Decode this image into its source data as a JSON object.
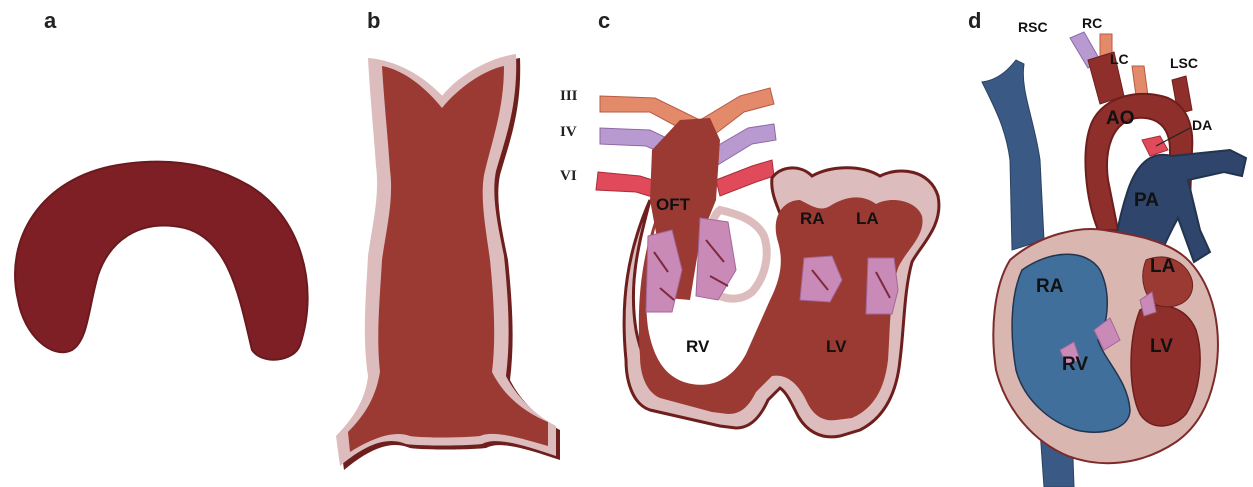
{
  "panels": {
    "a": {
      "letter": "a"
    },
    "b": {
      "letter": "b"
    },
    "c": {
      "letter": "c",
      "arches": [
        "III",
        "IV",
        "VI"
      ],
      "labels": {
        "oft": "OFT",
        "ra": "RA",
        "la": "LA",
        "rv": "RV",
        "lv": "LV"
      }
    },
    "d": {
      "letter": "d",
      "labels": {
        "rsc": "RSC",
        "rc": "RC",
        "lc": "LC",
        "lsc": "LSC",
        "ao": "AO",
        "da": "DA",
        "pa": "PA",
        "ra": "RA",
        "la": "LA",
        "rv": "RV",
        "lv": "LV"
      }
    }
  },
  "colors": {
    "myocardium": "#8e2f2b",
    "myocardium_dark": "#6e1f1d",
    "endocardium": "#dcbcbc",
    "cushion": "#c98ab8",
    "venous_blue": "#3a5a85",
    "pulmonary_blue": "#2f456b",
    "chamber_blue": "#3f6f9a",
    "arch_III": "#e38a6a",
    "arch_IV": "#b99ad0",
    "arch_VI": "#e04a5a"
  }
}
